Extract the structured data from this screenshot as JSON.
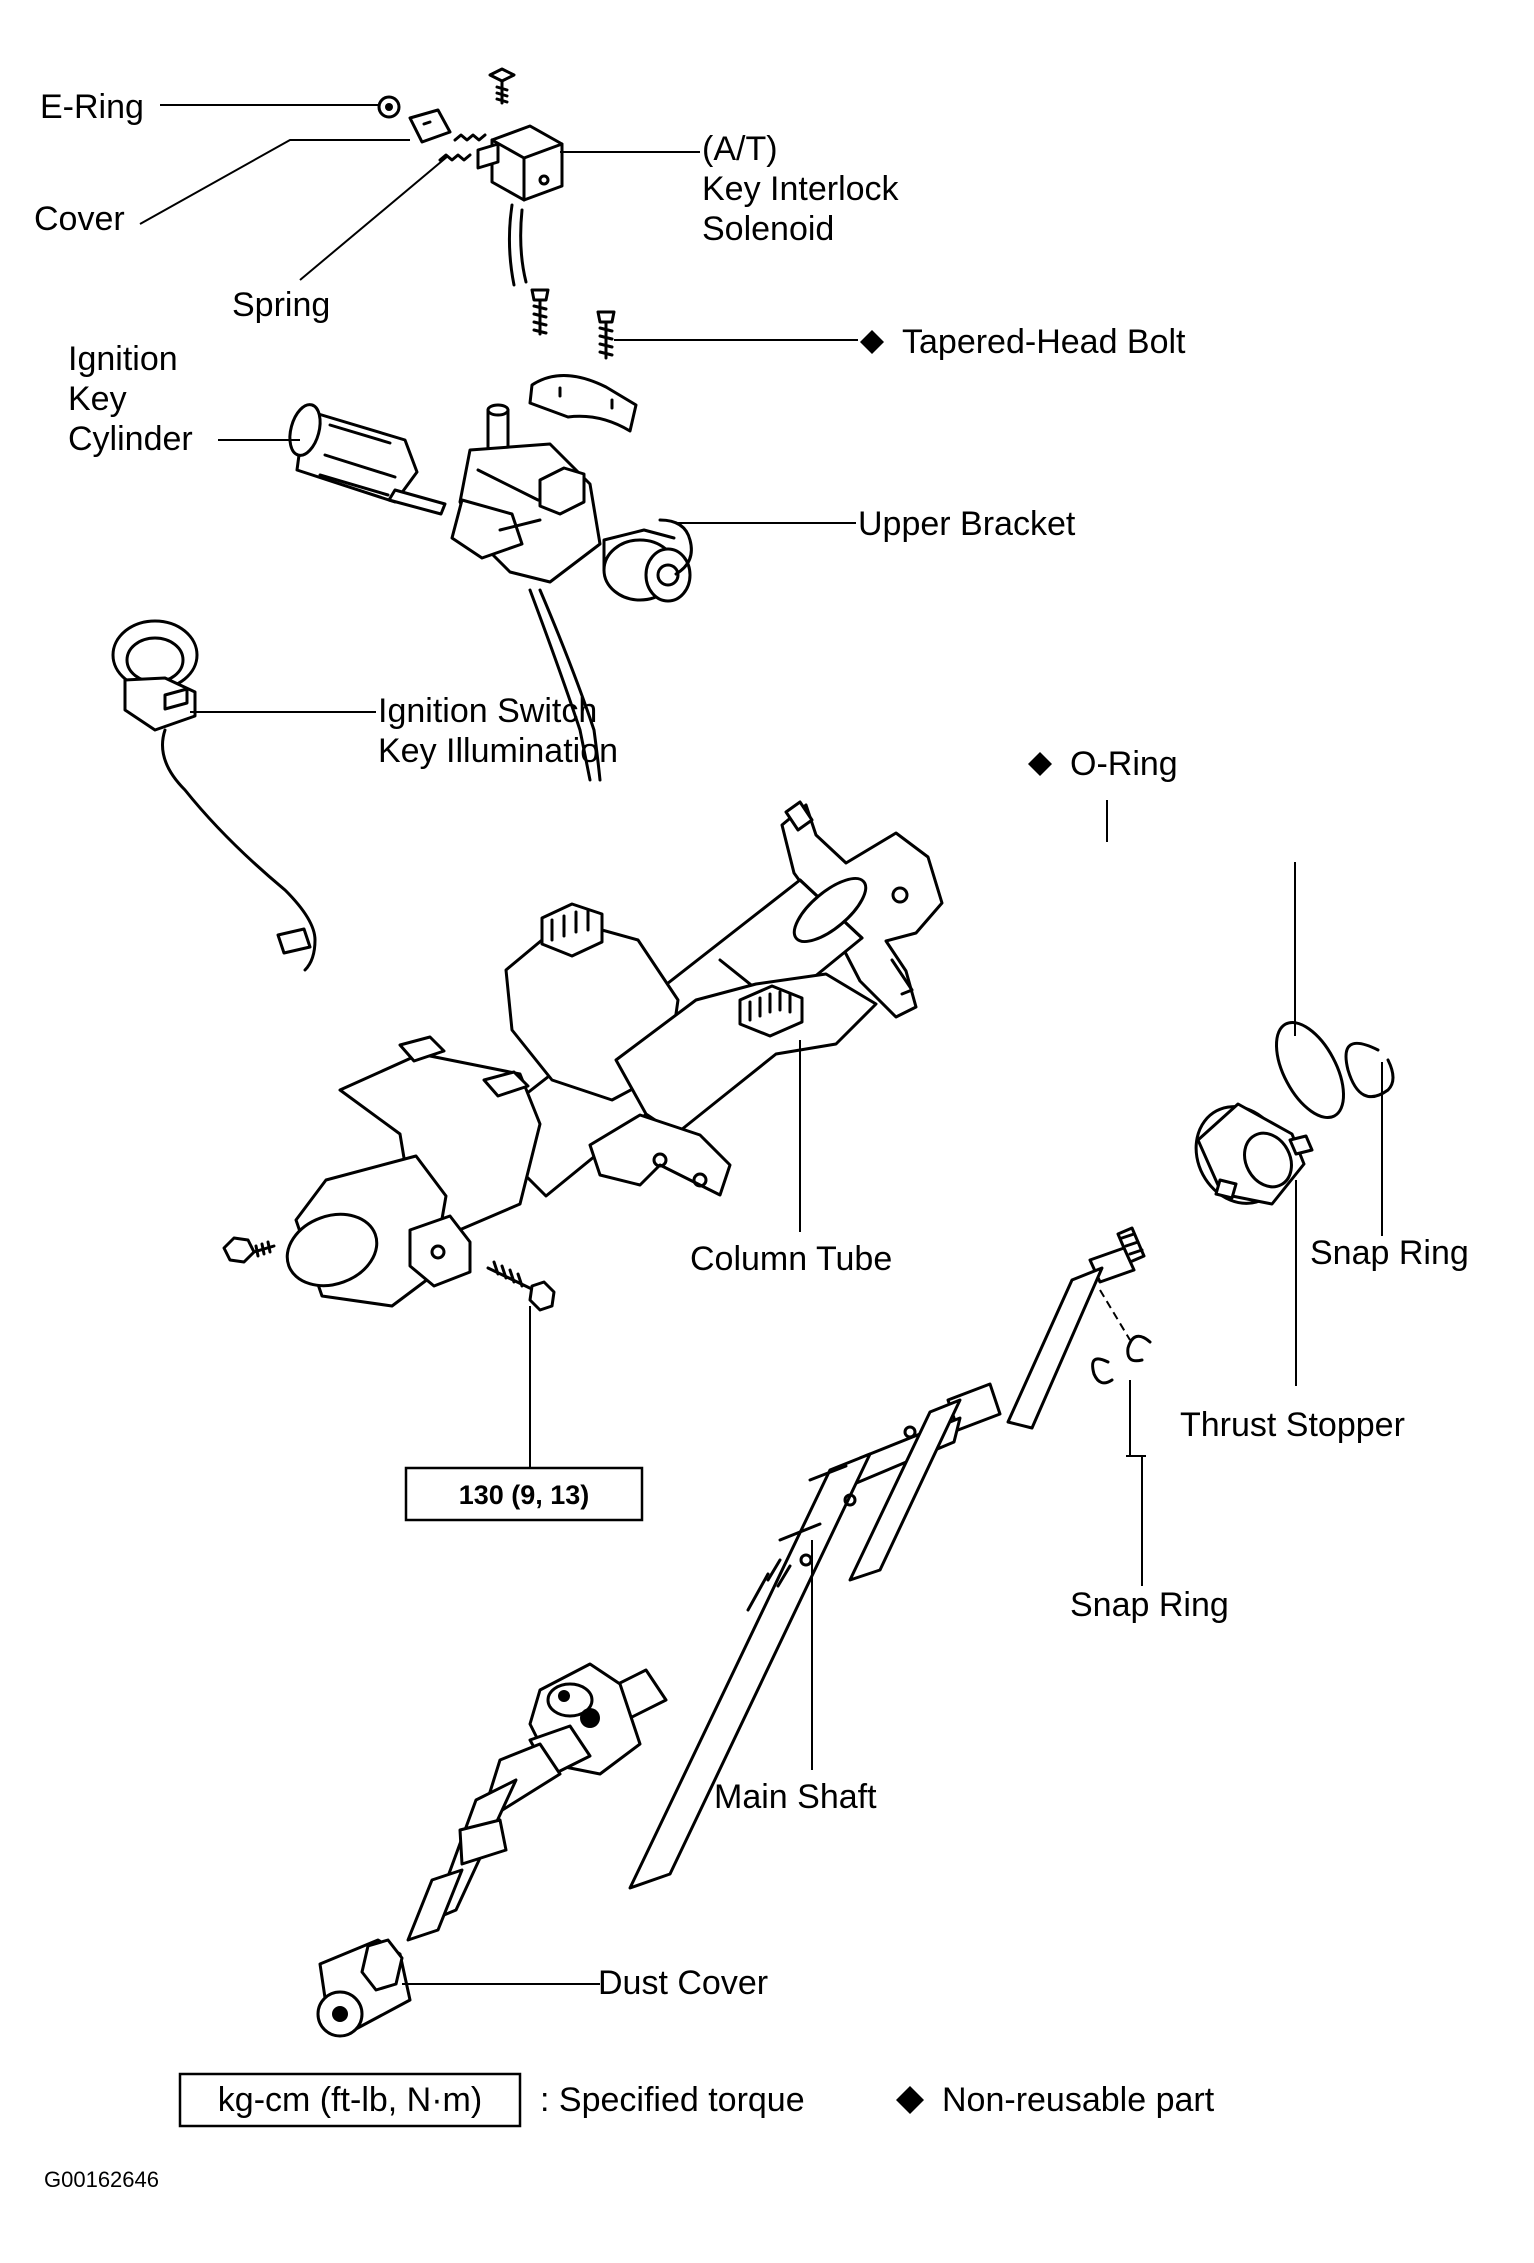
{
  "labels": {
    "e_ring": "E-Ring",
    "cover": "Cover",
    "spring": "Spring",
    "solenoid_line1": "(A/T)",
    "solenoid_line2": "Key Interlock",
    "solenoid_line3": "Solenoid",
    "tapered_bolt": "Tapered-Head Bolt",
    "key_cyl_line1": "Ignition",
    "key_cyl_line2": "Key",
    "key_cyl_line3": "Cylinder",
    "upper_bracket": "Upper Bracket",
    "ign_switch_line1": "Ignition Switch",
    "ign_switch_line2": "Key Illumination",
    "o_ring": "O-Ring",
    "column_tube": "Column Tube",
    "snap_ring_upper": "Snap Ring",
    "thrust_stopper": "Thrust Stopper",
    "snap_ring_lower": "Snap Ring",
    "main_shaft": "Main Shaft",
    "dust_cover": "Dust Cover"
  },
  "torque_spec": "130 (9, 13)",
  "legend": {
    "unit_box": "kg-cm (ft-lb, N·m)",
    "unit_desc": ": Specified torque",
    "nonreusable": "Non-reusable part"
  },
  "figure_code": "G00162646",
  "icons": {
    "nonreusable_marker": "diamond-icon"
  }
}
